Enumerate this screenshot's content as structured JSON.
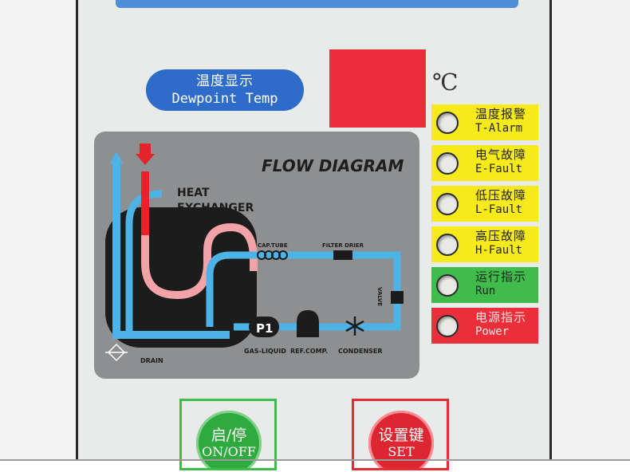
{
  "dewpoint": {
    "label_cn": "温度显示",
    "label_en": "Dewpoint Temp"
  },
  "display": {
    "unit": "℃"
  },
  "indicators": [
    {
      "cn": "温度报警",
      "en": "T-Alarm",
      "color": "#f6ea1c"
    },
    {
      "cn": "电气故障",
      "en": "E-Fault",
      "color": "#f6ea1c"
    },
    {
      "cn": "低压故障",
      "en": "L-Fault",
      "color": "#f6ea1c"
    },
    {
      "cn": "高压故障",
      "en": "H-Fault",
      "color": "#f6ea1c"
    },
    {
      "cn": "运行指示",
      "en": "Run",
      "color": "#3fbc4c"
    },
    {
      "cn": "电源指示",
      "en": "Power",
      "color": "#ea2f3b"
    }
  ],
  "flow": {
    "title": "FLOW DIAGRAM",
    "heat_line1": "HEAT",
    "heat_line2": "EXCHANGER",
    "cap_tube": "CAP.TUBE",
    "filter_drier": "FILTER DRIER",
    "valve": "VALVE",
    "p1": "P1",
    "gas_liquid": "GAS-LIQUID",
    "ref_comp": "REF.COMP.",
    "condenser": "CONDENSER",
    "drain": "DRAIN"
  },
  "buttons": {
    "onoff": {
      "cn": "启/停",
      "en": "ON/OFF"
    },
    "set": {
      "cn": "设置键",
      "en": "SET"
    }
  },
  "colors": {
    "panel": "#e9eaea",
    "cold_line": "#4db3e6",
    "hot_line": "#f2a3a8",
    "hot_arrow": "#e3242b",
    "display": "#ec2d3b",
    "badge": "#2f6cc9"
  }
}
